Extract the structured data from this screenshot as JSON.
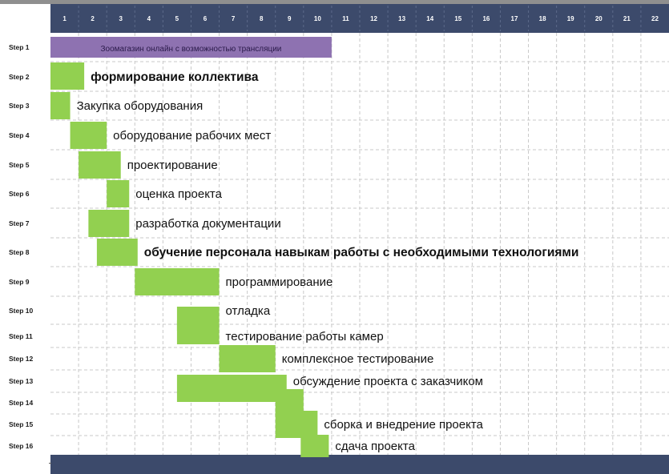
{
  "chart_data": {
    "type": "gantt",
    "columns": [
      "1",
      "2",
      "3",
      "4",
      "5",
      "6",
      "7",
      "8",
      "9",
      "10",
      "11",
      "12",
      "13",
      "14",
      "15",
      "16",
      "17",
      "18",
      "19",
      "20",
      "21",
      "22"
    ],
    "xlim": [
      0,
      22
    ],
    "colors": {
      "header": "#3c4a6b",
      "bar": "#92d050",
      "first_bar": "#8e72b1",
      "grid": "#c9c9c9"
    },
    "tasks": [
      {
        "step": "Step 1",
        "label": "Зоомагазин онлайн с возможностью трансляции",
        "start": 0,
        "end": 10,
        "color": "#8e72b1",
        "style": "inside"
      },
      {
        "step": "Step 2",
        "label": "формирование коллектива",
        "start": 0,
        "end": 1.2,
        "color": "#92d050",
        "style": "bold"
      },
      {
        "step": "Step 3",
        "label": "Закупка оборудования",
        "start": 0,
        "end": 0.7,
        "color": "#92d050",
        "style": "normal"
      },
      {
        "step": "Step 4",
        "label": "оборудование рабочих мест",
        "start": 0.7,
        "end": 2,
        "color": "#92d050",
        "style": "normal"
      },
      {
        "step": "Step 5",
        "label": "проектирование",
        "start": 1,
        "end": 2.5,
        "color": "#92d050",
        "style": "normal"
      },
      {
        "step": "Step 6",
        "label": "оценка проекта",
        "start": 2,
        "end": 2.8,
        "color": "#92d050",
        "style": "normal"
      },
      {
        "step": "Step 7",
        "label": "разработка документации",
        "start": 1.35,
        "end": 2.8,
        "color": "#92d050",
        "style": "normal"
      },
      {
        "step": "Step 8",
        "label": "обучение персонала навыкам работы с необходимыми технологиями",
        "start": 1.65,
        "end": 3.1,
        "color": "#92d050",
        "style": "bold"
      },
      {
        "step": "Step 9",
        "label": "программирование",
        "start": 3,
        "end": 6,
        "color": "#92d050",
        "style": "normal"
      },
      {
        "step": "Step 10",
        "label": "отладка",
        "start": 4.5,
        "end": 6,
        "color": "#92d050",
        "style": "normal"
      },
      {
        "step": "Step 11",
        "label": "тестирование работы камер",
        "start": 4.5,
        "end": 6,
        "color": "#92d050",
        "style": "normal"
      },
      {
        "step": "Step 12",
        "label": "комплексное тестирование",
        "start": 6,
        "end": 8,
        "color": "#92d050",
        "style": "normal"
      },
      {
        "step": "Step 13",
        "label": "обсуждение проекта с заказчиком",
        "start": 4.5,
        "end": 8.4,
        "color": "#92d050",
        "style": "normal"
      },
      {
        "step": "Step 14",
        "label": "",
        "start": 8,
        "end": 9,
        "color": "#92d050",
        "style": "none"
      },
      {
        "step": "Step 15",
        "label": "сборка и внедрение проекта",
        "start": 8,
        "end": 9.5,
        "color": "#92d050",
        "style": "normal"
      },
      {
        "step": "Step 16",
        "label": "сдача проекта",
        "start": 8.9,
        "end": 9.9,
        "color": "#92d050",
        "style": "normal"
      }
    ]
  }
}
